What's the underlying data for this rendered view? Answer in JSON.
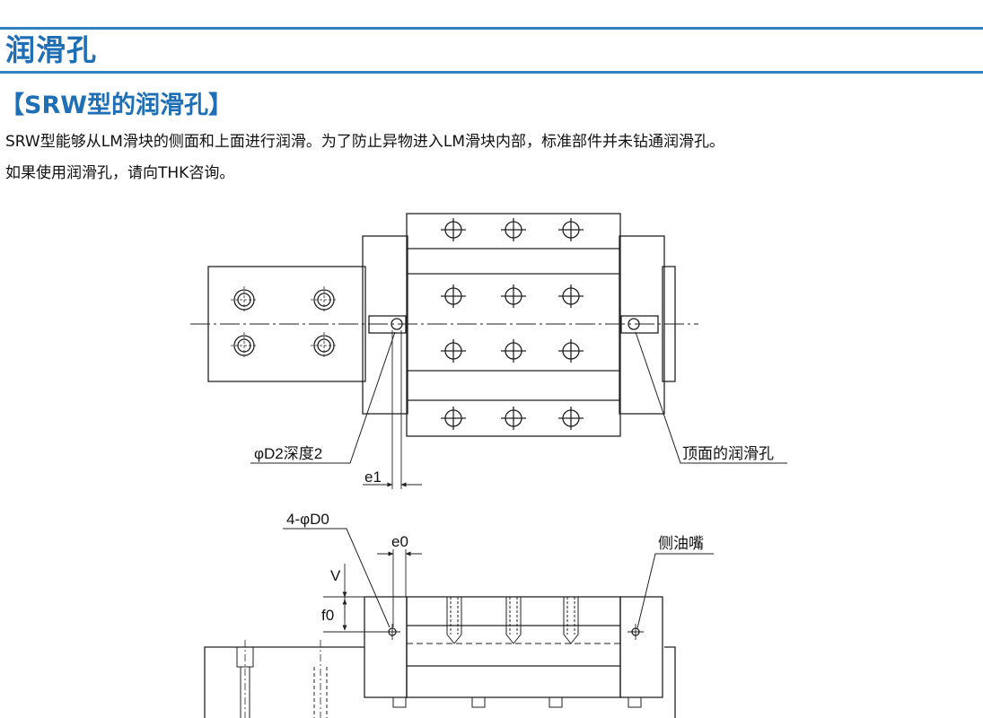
{
  "header": {
    "title": "润滑孔"
  },
  "section": {
    "subtitle": "【SRW型的润滑孔】"
  },
  "body": {
    "paragraph_1": "SRW型能够从LM滑块的侧面和上面进行润滑。为了防止异物进入LM滑块内部，标准部件并未钻通润滑孔。",
    "paragraph_2": "如果使用润滑孔，请向THK咨询。"
  },
  "drawing": {
    "top_view": {
      "label_d2": "φD2深度2",
      "label_e1": "e1",
      "label_top_hole": "顶面的润滑孔"
    },
    "side_view": {
      "label_d0": "4-φD0",
      "label_e0": "e0",
      "label_v": "V",
      "label_f0": "f0",
      "label_grease_nipple": "侧油嘴"
    }
  },
  "colors": {
    "accent": "#1f6fb6",
    "rule": "#2f7fc1",
    "line": "#222222"
  }
}
